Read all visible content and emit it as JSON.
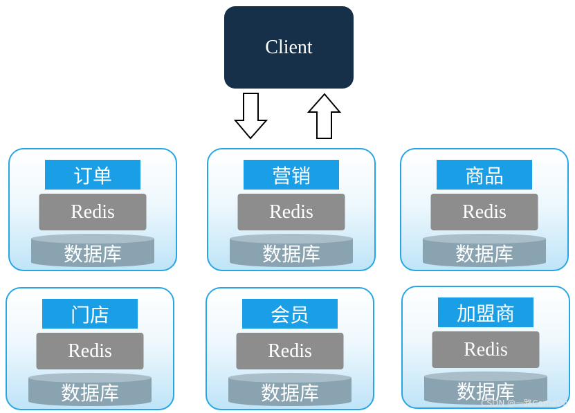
{
  "client": {
    "label": "Client"
  },
  "services": [
    {
      "title": "订单",
      "cache": "Redis",
      "database": "数据库"
    },
    {
      "title": "营销",
      "cache": "Redis",
      "database": "数据库"
    },
    {
      "title": "商品",
      "cache": "Redis",
      "database": "数据库"
    },
    {
      "title": "门店",
      "cache": "Redis",
      "database": "数据库"
    },
    {
      "title": "会员",
      "cache": "Redis",
      "database": "数据库"
    },
    {
      "title": "加盟商",
      "cache": "Redis",
      "database": "数据库"
    }
  ],
  "watermark": "CSDN @一路ComeOn",
  "colors": {
    "client_bg": "#163049",
    "title_bg": "#1a9fe6",
    "redis_bg": "#8d8d8d",
    "database_bg": "#8aa3b0",
    "box_border": "#26a6e6"
  }
}
